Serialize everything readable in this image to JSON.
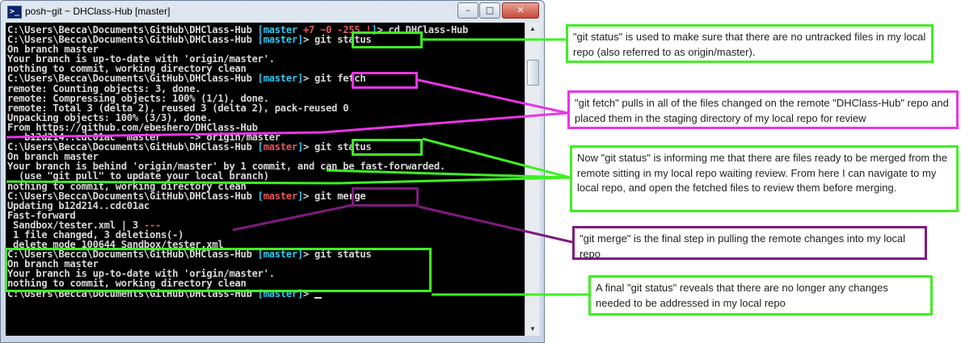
{
  "window": {
    "title": "posh~git ~ DHClass-Hub [master]",
    "app_icon_label": ">_",
    "controls": {
      "minimize": "–",
      "maximize": "□",
      "close": "✕"
    }
  },
  "console": {
    "lines": [
      [
        {
          "t": "C:\\Users\\Becca\\Documents\\GitHub\\DHClass-Hub "
        },
        {
          "t": "[master",
          "c": "cyan"
        },
        {
          "t": " +7 ~0 -255 !",
          "c": "red"
        },
        {
          "t": "]",
          "c": "cyan"
        },
        {
          "t": "> cd DHClass-Hub"
        }
      ],
      [
        {
          "t": "C:\\Users\\Becca\\Documents\\GitHub\\DHClass-Hub "
        },
        {
          "t": "[master]",
          "c": "cyan"
        },
        {
          "t": "> git status"
        }
      ],
      [
        {
          "t": "On branch master"
        }
      ],
      [
        {
          "t": "Your branch is up-to-date with 'origin/master'."
        }
      ],
      [
        {
          "t": "nothing to commit, working directory clean"
        }
      ],
      [
        {
          "t": "C:\\Users\\Becca\\Documents\\GitHub\\DHClass-Hub "
        },
        {
          "t": "[master]",
          "c": "cyan"
        },
        {
          "t": "> git fetch"
        }
      ],
      [
        {
          "t": "remote: Counting objects: 3, done."
        }
      ],
      [
        {
          "t": "remote: Compressing objects: 100% (1/1), done."
        }
      ],
      [
        {
          "t": "remote: Total 3 (delta 2), reused 3 (delta 2), pack-reused 0"
        }
      ],
      [
        {
          "t": "Unpacking objects: 100% (3/3), done."
        }
      ],
      [
        {
          "t": "From https://github.com/ebeshero/DHClass-Hub"
        }
      ],
      [
        {
          "t": "   b12d214..cdc01ac  master     -> origin/master"
        }
      ],
      [
        {
          "t": "C:\\Users\\Becca\\Documents\\GitHub\\DHClass-Hub "
        },
        {
          "t": "[",
          "c": "cyan"
        },
        {
          "t": "master",
          "c": "red"
        },
        {
          "t": "]",
          "c": "cyan"
        },
        {
          "t": "> git status"
        }
      ],
      [
        {
          "t": "On branch master"
        }
      ],
      [
        {
          "t": "Your branch is behind 'origin/master' by 1 commit, and can be fast-forwarded."
        }
      ],
      [
        {
          "t": "  (use \"git pull\" to update your local branch)"
        }
      ],
      [
        {
          "t": "nothing to commit, working directory clean"
        }
      ],
      [
        {
          "t": "C:\\Users\\Becca\\Documents\\GitHub\\DHClass-Hub "
        },
        {
          "t": "[",
          "c": "cyan"
        },
        {
          "t": "master",
          "c": "red"
        },
        {
          "t": "]",
          "c": "cyan"
        },
        {
          "t": "> git merge"
        }
      ],
      [
        {
          "t": "Updating b12d214..cdc01ac"
        }
      ],
      [
        {
          "t": "Fast-forward"
        }
      ],
      [
        {
          "t": " Sandbox/tester.xml | 3 "
        },
        {
          "t": "---",
          "c": "red"
        }
      ],
      [
        {
          "t": " 1 file changed, 3 deletions(-)"
        }
      ],
      [
        {
          "t": " delete mode 100644 Sandbox/tester.xml"
        }
      ],
      [
        {
          "t": "C:\\Users\\Becca\\Documents\\GitHub\\DHClass-Hub "
        },
        {
          "t": "[master]",
          "c": "cyan"
        },
        {
          "t": "> git status"
        }
      ],
      [
        {
          "t": "On branch master"
        }
      ],
      [
        {
          "t": "Your branch is up-to-date with 'origin/master'."
        }
      ],
      [
        {
          "t": "nothing to commit, working directory clean"
        }
      ],
      [
        {
          "t": "C:\\Users\\Becca\\Documents\\GitHub\\DHClass-Hub "
        },
        {
          "t": "[master]",
          "c": "cyan"
        },
        {
          "t": "> "
        },
        {
          "cursor": true
        }
      ]
    ]
  },
  "annotations": {
    "status_1": "\"git status\" is used to make sure that there are no untracked files in my local repo (also referred to as origin/master).",
    "fetch": "\"git fetch\" pulls in all of the files changed on the remote \"DHClass-Hub\" repo and placed them in the staging directory of my local repo for review",
    "status_2": "Now \"git status\" is informing me that there are files ready to be merged from the remote sitting in my local repo waiting review. From here I can navigate to my local repo, and open the fetched files to review them before merging.",
    "merge": "\"git merge\" is the final step in pulling the remote changes into my local repo",
    "status_3": "A final \"git status\" reveals that there are no longer any changes needed to be addressed in my local repo"
  },
  "colors": {
    "green": "#3fef23",
    "magenta": "#e935e8",
    "purple": "#7d1b7e"
  }
}
